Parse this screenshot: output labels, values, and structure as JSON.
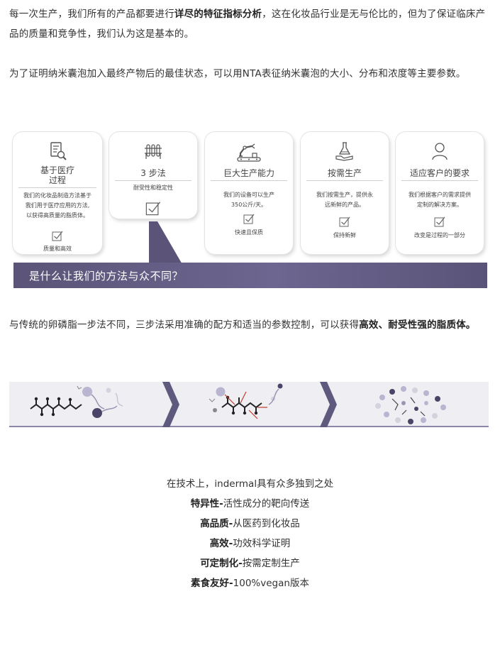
{
  "paragraphs": {
    "p1": {
      "pre": "每一次生产，我们所有的产品都要进行",
      "bold": "详尽的特征指标分析",
      "post": "，这在化妆品行业是无与伦比的，但为了保证临床产品的质量和竞争性，我们认为这是基本的。"
    },
    "p2": {
      "text": "为了证明纳米囊泡加入最终产物后的最佳状态，可以用NTA表征纳米囊泡的大小、分布和浓度等主要参数。"
    },
    "p3": {
      "pre": "与传统的卵磷脂一步法不同，三步法采用准确的配方和适当的参数控制，可以获得",
      "bold": "高效、耐受性强的脂质体。"
    }
  },
  "cards": [
    {
      "icon": "document-search-icon",
      "title_line1": "基于医疗",
      "title_line2": "过程",
      "desc": [
        "我们的化妆品制造方法基于",
        "我们用于医疗应用的方法,",
        "以获得高质量的脂质体。"
      ],
      "footer": "质量和高效"
    },
    {
      "icon": "test-tubes-icon",
      "title_line1": "3 步法",
      "title_line2": "",
      "desc": [
        "耐受性和稳定性"
      ],
      "footer": ""
    },
    {
      "icon": "robot-arm-icon",
      "title_line1": "巨大生产能力",
      "title_line2": "",
      "desc": [
        "我们的设备可以生产",
        "350公斤/天。"
      ],
      "footer": "快速且保质"
    },
    {
      "icon": "flask-hand-icon",
      "title_line1": "按需生产",
      "title_line2": "",
      "desc": [
        "我们按需生产，提供永",
        "远新鲜的产品。"
      ],
      "footer": "保持新鲜"
    },
    {
      "icon": "person-icon",
      "title_line1": "适应客户的要求",
      "title_line2": "",
      "desc": [
        "我们根据客户的需求提供",
        "定制的解决方案。"
      ],
      "footer": "改变是过程的一部分"
    }
  ],
  "banner": {
    "text": "是什么让我们的方法与众不同？"
  },
  "colors": {
    "accent": "#5b5478",
    "dark_dot": "#4a4466",
    "light_dot": "#b9b4cf",
    "red": "#c0392b"
  },
  "features": {
    "intro": "在技术上，indermal具有众多独到之处",
    "items": [
      {
        "label": "特异性-",
        "value": "活性成分的靶向传送"
      },
      {
        "label": "高品质-",
        "value": "从医药到化妆品"
      },
      {
        "label": "高效-",
        "value": "功效科学证明"
      },
      {
        "label": "可定制化-",
        "value": "按需定制生产"
      },
      {
        "label": "素食友好-",
        "value": "100%vegan版本"
      }
    ]
  }
}
